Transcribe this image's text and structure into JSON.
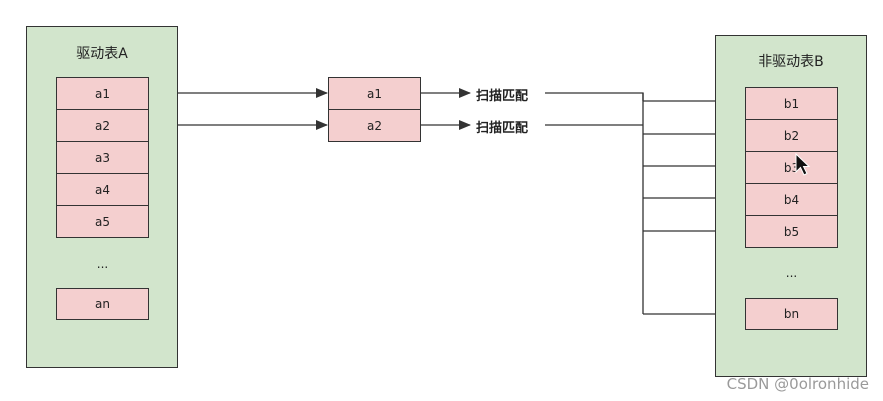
{
  "driving_table": {
    "title": "驱动表A",
    "rows": [
      "a1",
      "a2",
      "a3",
      "a4",
      "a5"
    ],
    "ellipsis": "...",
    "last_row": "an"
  },
  "selected_rows": [
    "a1",
    "a2"
  ],
  "match_labels": [
    "扫描匹配",
    "扫描匹配"
  ],
  "non_driving_table": {
    "title": "非驱动表B",
    "rows": [
      "b1",
      "b2",
      "b3",
      "b4",
      "b5"
    ],
    "ellipsis": "...",
    "last_row": "bn"
  },
  "watermark": "CSDN @0olronhide",
  "colors": {
    "panel": "#d2e5cc",
    "cell": "#f4cfcf",
    "line": "#333333"
  }
}
